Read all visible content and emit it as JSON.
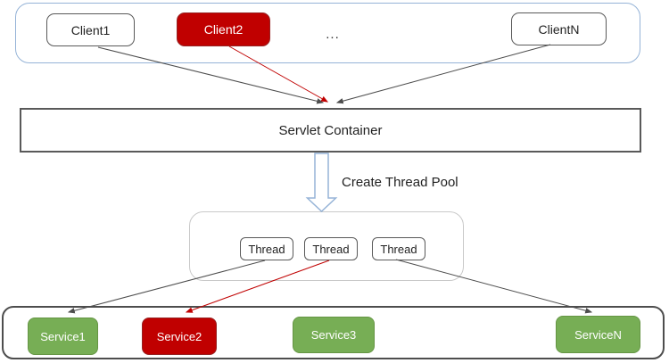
{
  "diagram": {
    "clients": {
      "client1": "Client1",
      "client2": "Client2",
      "ellipsis": "...",
      "clientN": "ClientN"
    },
    "servlet_container": {
      "label": "Servlet Container"
    },
    "thread_pool": {
      "create_label": "Create Thread Pool",
      "threads": [
        "Thread",
        "Thread",
        "Thread"
      ]
    },
    "services": {
      "service1": "Service1",
      "service2": "Service2",
      "service3": "Service3",
      "serviceN": "ServiceN"
    },
    "colors": {
      "highlight_red": "#c00000",
      "service_green": "#77ae55",
      "clients_container_border_blue": "#95b3d7",
      "box_border_gray": "#595959",
      "arrow_black": "#4d4d4d",
      "arrow_red": "#c00000",
      "block_arrow_outline_blue": "#95b3d7"
    }
  }
}
